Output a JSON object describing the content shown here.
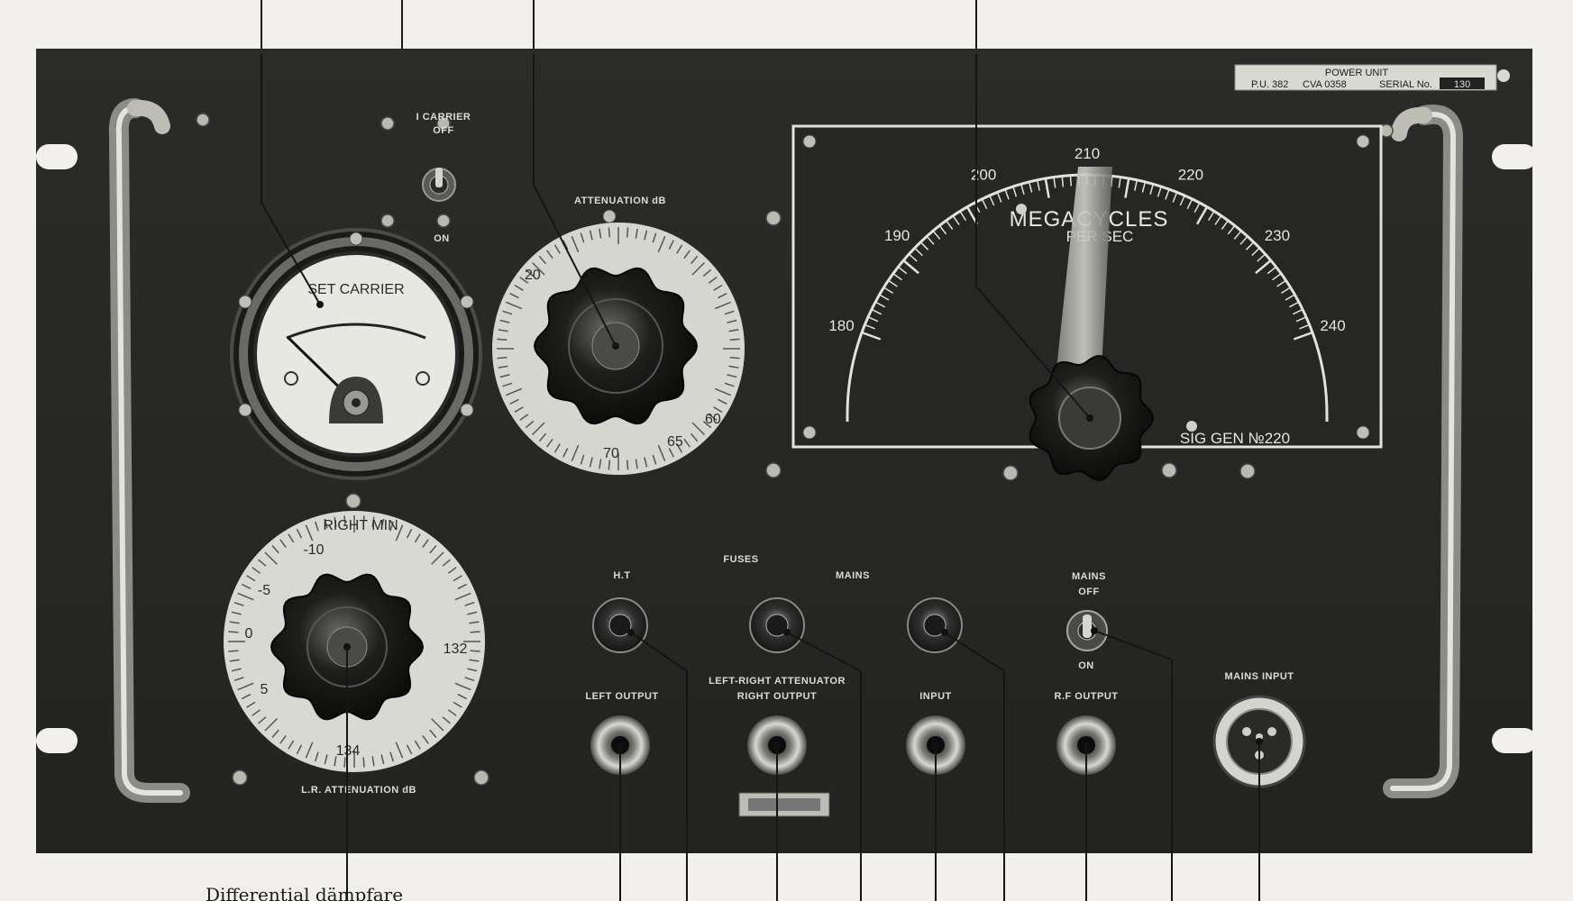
{
  "panel": {
    "carrier_label": "I CARRIER",
    "carrier_off": "OFF",
    "carrier_on": "ON",
    "attenuation_label": "ATTENUATION dB",
    "meter_label": "SET CARRIER",
    "lr_attenuation_label": "L.R. ATTENUATION dB",
    "lr_dial_right_min": "RIGHT MIN",
    "fuses_label": "FUSES",
    "ht_label": "H.T",
    "mains_fuse_label": "MAINS",
    "mains_switch_label": "MAINS",
    "mains_off": "OFF",
    "mains_on": "ON",
    "left_output": "LEFT OUTPUT",
    "lr_attenuator": "LEFT-RIGHT ATTENUATOR",
    "right_output": "RIGHT OUTPUT",
    "input": "INPUT",
    "rf_output": "R.F OUTPUT",
    "mains_input": "MAINS INPUT"
  },
  "frequency_dial": {
    "unit_line1": "MEGACYCLES",
    "unit_line2": "PER SEC",
    "model": "SIG GEN №220",
    "scale": [
      "180",
      "190",
      "200",
      "210",
      "220",
      "230",
      "240"
    ]
  },
  "attenuation_dial": {
    "visible_marks": [
      "20",
      "60",
      "65",
      "70"
    ]
  },
  "lr_dial": {
    "visible_marks": [
      "-10",
      "-5",
      "0",
      "5",
      "132",
      "134"
    ]
  },
  "nameplate": {
    "title": "POWER UNIT",
    "left_code": "P.U. 382",
    "model": "CVA 0358",
    "serial_label": "SERIAL No.",
    "serial_value": "130"
  },
  "caption": {
    "text": "Differential dämpfare"
  }
}
